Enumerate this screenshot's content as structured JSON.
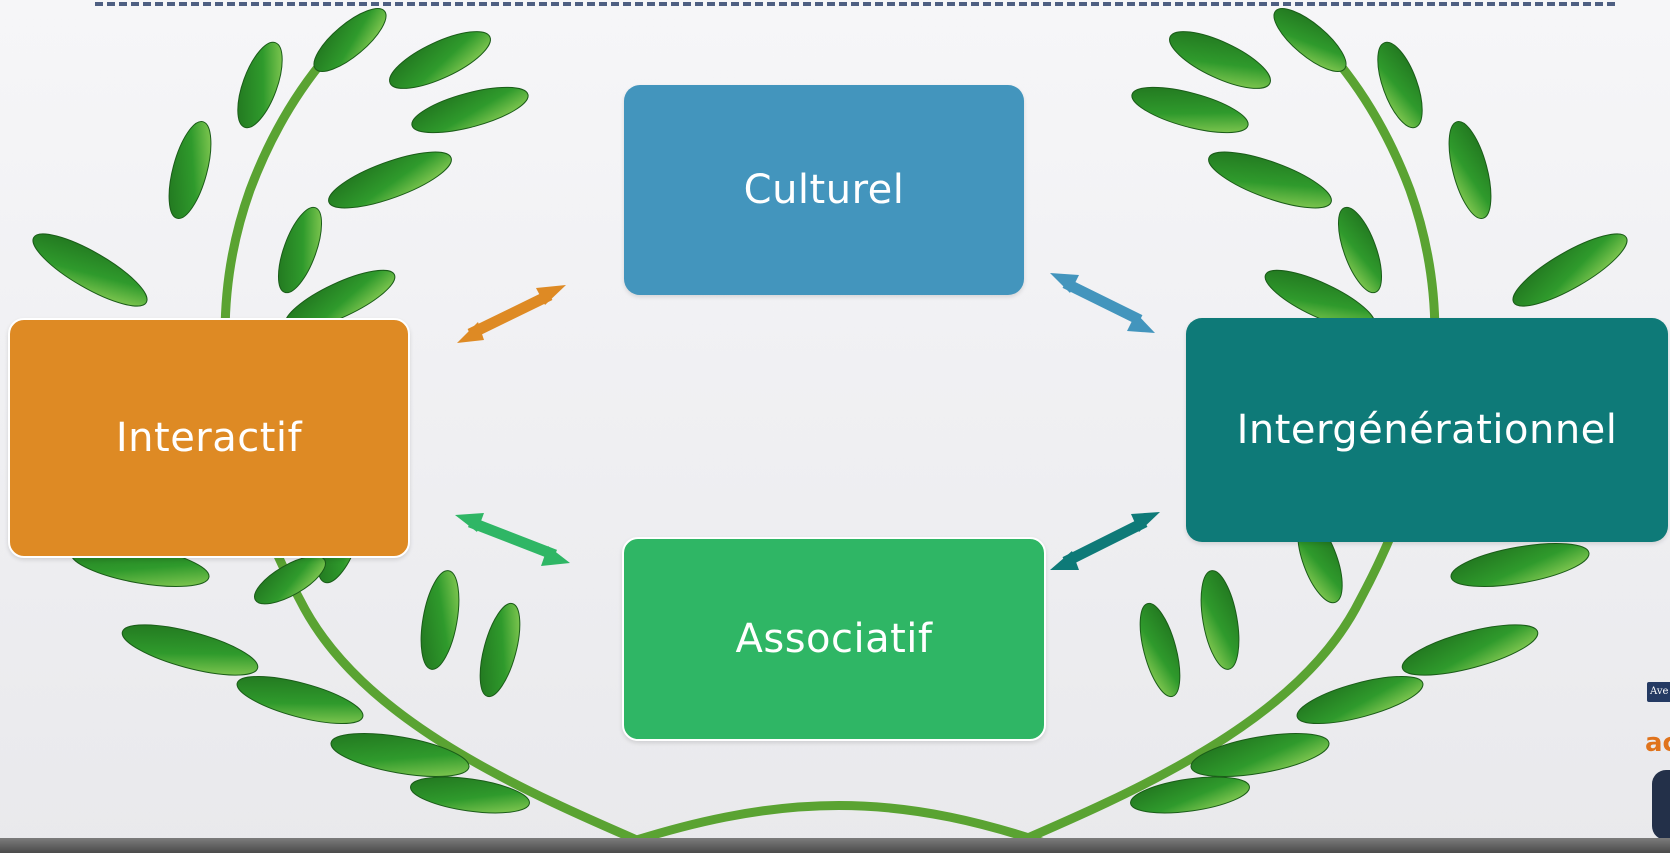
{
  "boxes": {
    "culturel": "Culturel",
    "interactif": "Interactif",
    "intergenerationnel": "Intergénérationnel",
    "associatif": "Associatif"
  },
  "colors": {
    "culturel": "#4395bd",
    "interactif": "#de8a24",
    "intergenerationnel": "#0e7a78",
    "associatif": "#2fb665",
    "laurel_leaf": "#2c8a2a",
    "laurel_stem": "#4f9a2c"
  },
  "logo": {
    "tag": "Ave",
    "word": "ac"
  }
}
